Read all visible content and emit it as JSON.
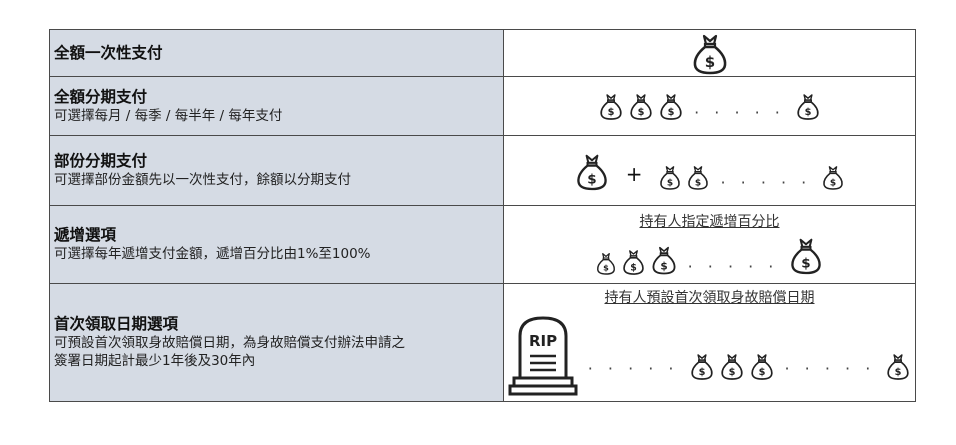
{
  "rows": [
    {
      "title": "全額一次性支付",
      "desc": ""
    },
    {
      "title": "全額分期支付",
      "desc": "可選擇每月 / 每季 / 每半年 / 每年支付"
    },
    {
      "title": "部份分期支付",
      "desc": "可選擇部份金額先以一次性支付，餘額以分期支付"
    },
    {
      "title": "遞增選項",
      "desc": "可選擇每年遞增支付金額，遞增百分比由1%至100%"
    },
    {
      "title": "首次領取日期選項",
      "desc": "可預設首次領取身故賠償日期，為身故賠償支付辦法申請之",
      "desc2": "簽署日期起計最少1年後及30年內"
    }
  ],
  "captions": {
    "increment": "持有人指定遞增百分比",
    "first_date": "持有人預設首次領取身故賠償日期"
  },
  "symbols": {
    "currency": "$",
    "dots": "· · · · ·",
    "plus": "+",
    "tombstone": "RIP"
  },
  "icons": [
    "money-bag-icon",
    "tombstone-icon"
  ],
  "colors": {
    "label_bg": "#d5dbe4",
    "border": "#4a4a4a"
  }
}
